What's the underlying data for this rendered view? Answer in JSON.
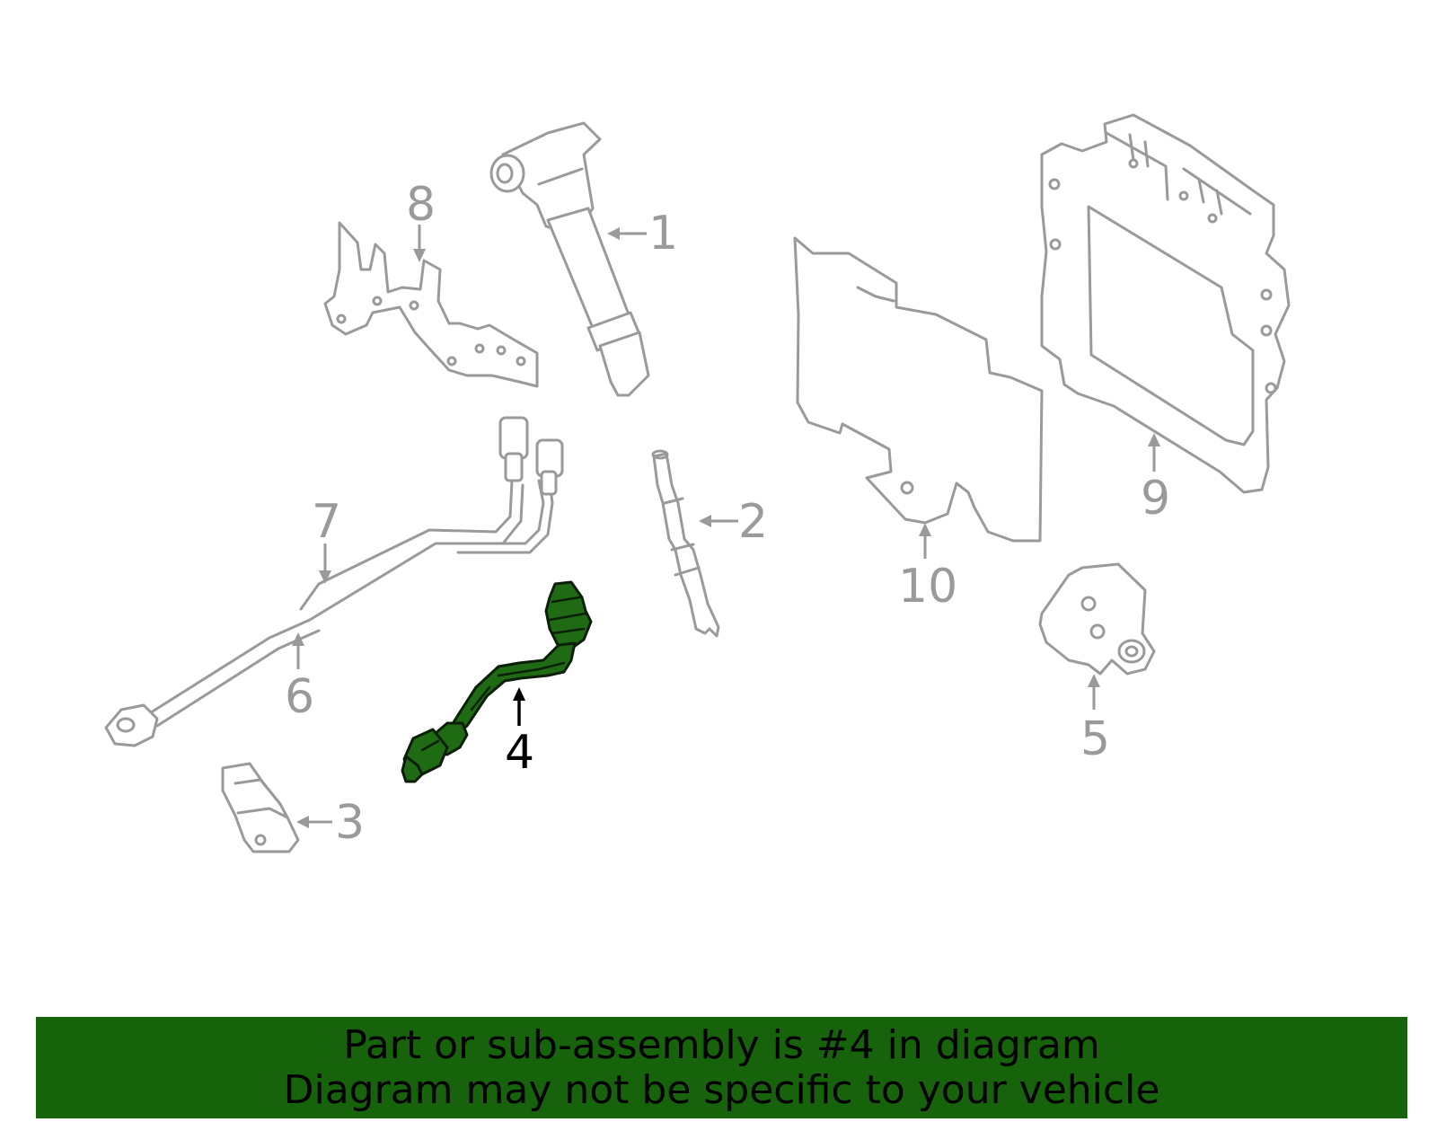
{
  "diagram": {
    "highlight_color": "#1f6b14",
    "line_color": "#9a9a9a",
    "highlighted_part": "4",
    "callouts": [
      "1",
      "2",
      "3",
      "4",
      "5",
      "6",
      "7",
      "8",
      "9",
      "10"
    ]
  },
  "banner": {
    "background": "#16630c",
    "line1": "Part or sub-assembly is #4 in diagram",
    "line2": "Diagram may not be specific to your vehicle"
  }
}
